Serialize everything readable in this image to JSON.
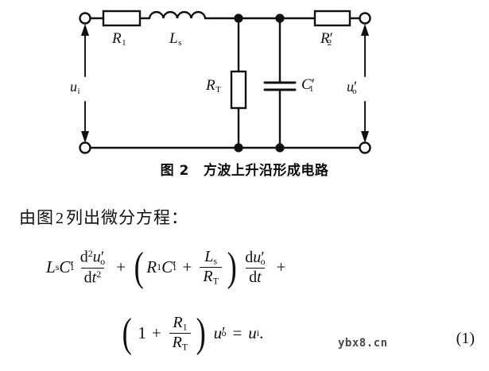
{
  "figure": {
    "caption_label": "图 2",
    "caption_title": "方波上升沿形成电路",
    "components": {
      "r1": {
        "symbol": "R",
        "sub": "1",
        "prime": ""
      },
      "ls": {
        "symbol": "L",
        "sub": "s",
        "prime": ""
      },
      "rt": {
        "symbol": "R",
        "sub": "T",
        "prime": ""
      },
      "c1": {
        "symbol": "C",
        "sub": "1",
        "prime": "′"
      },
      "r2": {
        "symbol": "R",
        "sub": "2",
        "prime": "′"
      },
      "ui": {
        "symbol": "u",
        "sub": "i",
        "prime": ""
      },
      "uo": {
        "symbol": "u",
        "sub": "o",
        "prime": "′"
      }
    },
    "colors": {
      "line": "#111111",
      "background": "#ffffff"
    }
  },
  "body": {
    "text_before": "由图",
    "figure_number": "2",
    "text_after": "列出微分方程："
  },
  "equation": {
    "number": "(1)",
    "line1": {
      "t1_L": "L",
      "t1_L_sub": "s",
      "t1_C": "C",
      "t1_C_sub": "1",
      "t1_C_prime": "′",
      "frac1_num_d": "d",
      "frac1_num_sup": "2",
      "frac1_num_u": "u",
      "frac1_num_u_sub": "o",
      "frac1_num_u_prime": "′",
      "frac1_den_d": "d",
      "frac1_den_t": "t",
      "frac1_den_sup": "2",
      "plus1": "+",
      "paren_open": "(",
      "t2_R": "R",
      "t2_R_sub": "1",
      "t2_C": "C",
      "t2_C_sub": "1",
      "t2_C_prime": "′",
      "plus2": "+",
      "frac2_num_L": "L",
      "frac2_num_L_sub": "s",
      "frac2_den_R": "R",
      "frac2_den_R_sub": "T",
      "paren_close": ")",
      "frac3_num_d": "d",
      "frac3_num_u": "u",
      "frac3_num_u_sub": "o",
      "frac3_num_u_prime": "′",
      "frac3_den_d": "d",
      "frac3_den_t": "t",
      "plus3": "+"
    },
    "line2": {
      "paren_open": "(",
      "one": "1",
      "plus": "+",
      "frac_num_R": "R",
      "frac_num_R_sub": "1",
      "frac_den_R": "R",
      "frac_den_R_sub": "T",
      "paren_close": ")",
      "u_o": "u",
      "u_o_sub": "o",
      "u_o_prime": "′",
      "equals": "=",
      "u_i": "u",
      "u_i_sub": "i",
      "period": "."
    }
  },
  "watermark": {
    "text": "ybx8.cn"
  }
}
